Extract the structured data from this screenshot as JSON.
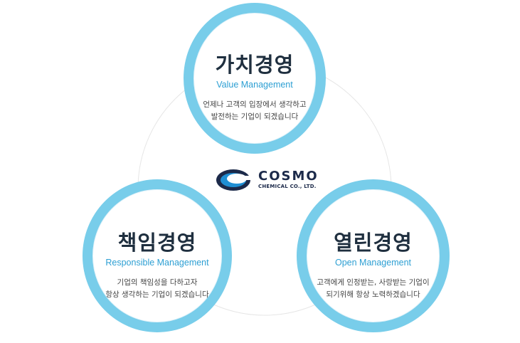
{
  "logo": {
    "name": "COSMO",
    "subname": "CHEMICAL CO., LTD."
  },
  "values": [
    {
      "title": "가치경영",
      "subtitle": "Value Management",
      "desc_line1": "언제나 고객의 입장에서 생각하고",
      "desc_line2": "발전하는 기업이 되겠습니다"
    },
    {
      "title": "책임경영",
      "subtitle": "Responsible Management",
      "desc_line1": "기업의 책임성을 다하고자",
      "desc_line2": "항상 생각하는 기업이 되겠습니다"
    },
    {
      "title": "열린경영",
      "subtitle": "Open Management",
      "desc_line1": "고객에게 인정받는, 사랑받는 기업이",
      "desc_line2": "되기위해 항상 노력하겠습니다"
    }
  ],
  "colors": {
    "ring": "#78cdea",
    "title": "#1f2f3f",
    "subtitle": "#2d9fd3",
    "logo_navy": "#1c2a4a",
    "logo_blue": "#1f8fd4"
  }
}
